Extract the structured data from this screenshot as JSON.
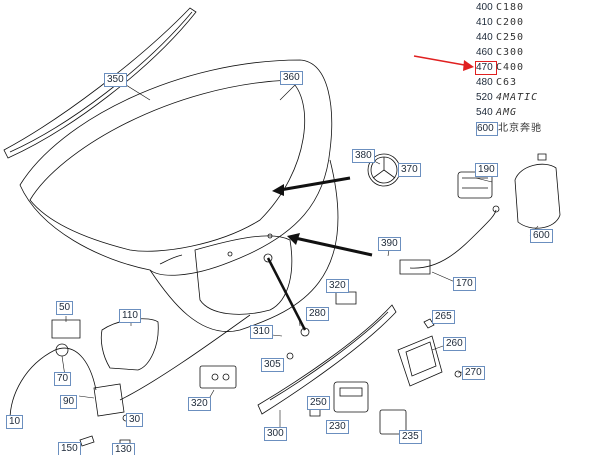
{
  "variants": [
    {
      "code": "400",
      "name": "C180"
    },
    {
      "code": "410",
      "name": "C200"
    },
    {
      "code": "440",
      "name": "C250"
    },
    {
      "code": "460",
      "name": "C300"
    },
    {
      "code": "470",
      "name": "C400"
    },
    {
      "code": "480",
      "name": "C63"
    },
    {
      "code": "520",
      "name": "4MATIC"
    },
    {
      "code": "540",
      "name": "AMG"
    },
    {
      "code": "600",
      "name": "北京奔驰"
    }
  ],
  "selected_variant": "470",
  "callouts": {
    "c350": "350",
    "c360": "360",
    "c380": "380",
    "c370": "370",
    "c190": "190",
    "c600": "600",
    "c390": "390",
    "c170": "170",
    "c320a": "320",
    "c50": "50",
    "c110": "110",
    "c280": "280",
    "c265": "265",
    "c310": "310",
    "c260": "260",
    "c305": "305",
    "c270": "270",
    "c70": "70",
    "c90": "90",
    "c250": "250",
    "c320b": "320",
    "c30": "30",
    "c230": "230",
    "c10": "10",
    "c300": "300",
    "c235": "235",
    "c150": "150",
    "c130": "130"
  },
  "colors": {
    "line": "#111111",
    "label_border": "#6b8fbf",
    "arrow": "#e02020"
  }
}
